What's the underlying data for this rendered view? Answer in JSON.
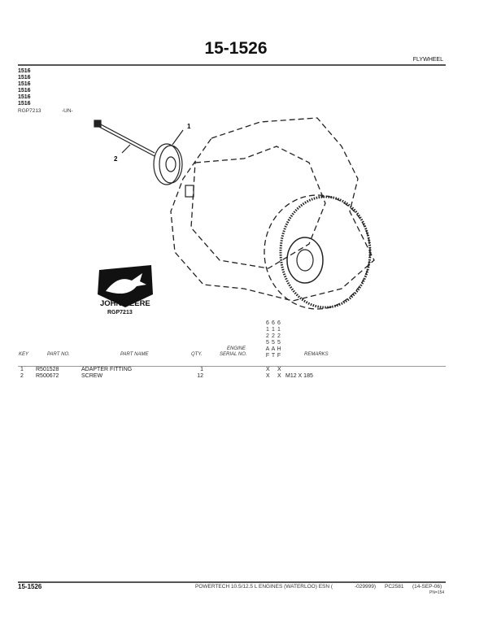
{
  "header": {
    "title": "15-1526",
    "section": "FLYWHEEL"
  },
  "codes": [
    "1516",
    "1516",
    "1516",
    "1516",
    "1516",
    "1516"
  ],
  "figure": {
    "ref": "RGP7213",
    "suffix": "-UN-",
    "callouts": [
      "1",
      "2"
    ],
    "logo_text": "JOHN DEERE",
    "logo_ref": "RGP7213"
  },
  "table": {
    "headers": {
      "key": "KEY",
      "part_no": "PART NO.",
      "part_name": "PART NAME",
      "qty": "QTY.",
      "engine_line1": "ENGINE",
      "engine_line2": "SERIAL NO.",
      "remarks": "REMARKS"
    },
    "model_columns": [
      {
        "chars": [
          "6",
          "1",
          "2",
          "5",
          "A",
          "F"
        ]
      },
      {
        "chars": [
          "6",
          "1",
          "2",
          "5",
          "A",
          "T"
        ]
      },
      {
        "chars": [
          "6",
          "1",
          "2",
          "5",
          "H",
          "F"
        ]
      }
    ],
    "rows": [
      {
        "key": "1",
        "part_no": "R501528",
        "part_name": "ADAPTER FITTING",
        "qty": "1",
        "serial": "",
        "marks": [
          "X",
          "",
          "X"
        ],
        "remarks": ""
      },
      {
        "key": "2",
        "part_no": "R500672",
        "part_name": "SCREW",
        "qty": "12",
        "serial": "",
        "marks": [
          "X",
          "",
          "X"
        ],
        "remarks": "M12 X 185"
      }
    ]
  },
  "footer": {
    "page": "15-1526",
    "description": "POWERTECH 10.5/12.5 L ENGINES (WATERLOO) ESN (",
    "esn_end": "-029999)",
    "doc": "PC2581",
    "date": "(14-SEP-06)",
    "pn": "PN=154"
  }
}
